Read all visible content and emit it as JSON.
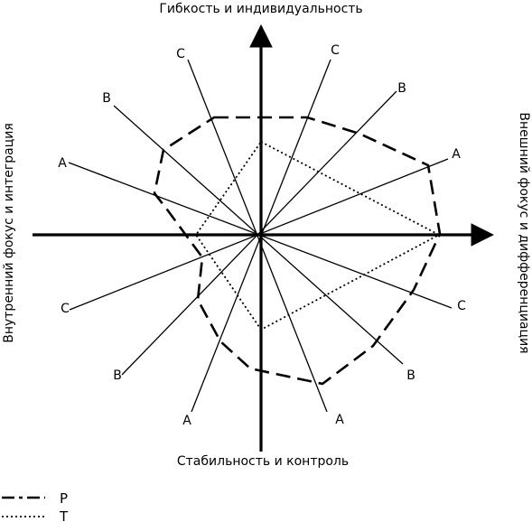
{
  "titles": {
    "top": "Гибкость и индивидуальность",
    "bottom": "Стабильность и контроль",
    "left": "Внутренний фокус и интеграция",
    "right": "Внешний фокус и дифференциация"
  },
  "spokes": [
    {
      "id": "c-top-left",
      "letter": "C"
    },
    {
      "id": "c-top-right",
      "letter": "C"
    },
    {
      "id": "b-top-left",
      "letter": "B"
    },
    {
      "id": "b-top-right",
      "letter": "B"
    },
    {
      "id": "a-upper-left",
      "letter": "A"
    },
    {
      "id": "a-upper-right",
      "letter": "A"
    },
    {
      "id": "c-lower-left",
      "letter": "C"
    },
    {
      "id": "c-lower-right",
      "letter": "C"
    },
    {
      "id": "b-lower-left",
      "letter": "B"
    },
    {
      "id": "b-lower-right",
      "letter": "B"
    },
    {
      "id": "a-bottom-left",
      "letter": "A"
    },
    {
      "id": "a-bottom-right",
      "letter": "A"
    }
  ],
  "legend": [
    {
      "id": "dashed",
      "label": "Р",
      "style": "dashed"
    },
    {
      "id": "dotted",
      "label": "Т",
      "style": "dotted"
    }
  ]
}
